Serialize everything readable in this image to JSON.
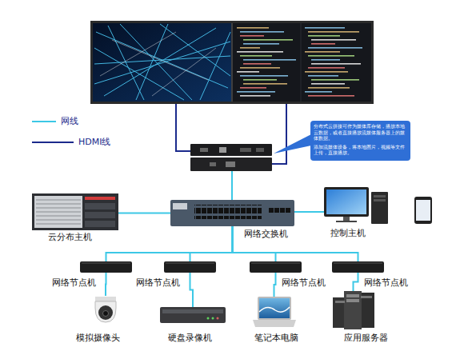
{
  "diagram": {
    "nodes": [
      {
        "text": [
          "分布式云拼接可作为媒体库存储，播放本地云数据，或者直接播放流媒体服务器上的媒体数据。",
          "添加流媒体设备，将本地图片，视频等文件上传，直接播放。"
        ]
      },
      {
        "text": [
          "云分布主机"
        ]
      },
      {
        "text": [
          "网络交换机"
        ]
      },
      {
        "text": [
          "控制主机"
        ]
      },
      {
        "text": [
          "网络节点机"
        ]
      },
      {
        "text": [
          "网络节点机"
        ]
      },
      {
        "text": [
          "网络节点机"
        ]
      },
      {
        "text": [
          "网络节点机"
        ]
      },
      {
        "text": [
          "模拟摄像头"
        ]
      },
      {
        "text": [
          "硬盘录像机"
        ]
      },
      {
        "text": [
          "笔记本电脑"
        ]
      },
      {
        "text": [
          "应用服务器"
        ]
      }
    ],
    "edges": [
      {
        "from": 1,
        "to": 2,
        "arrow": "none"
      },
      {
        "from": 2,
        "to": 3,
        "arrow": "none"
      },
      {
        "from": 2,
        "to": 4,
        "arrow": "none"
      },
      {
        "from": 2,
        "to": 5,
        "arrow": "none"
      },
      {
        "from": 2,
        "to": 6,
        "arrow": "none"
      },
      {
        "from": 2,
        "to": 7,
        "arrow": "none"
      },
      {
        "from": 4,
        "to": 8,
        "arrow": "none"
      },
      {
        "from": 5,
        "to": 9,
        "arrow": "none"
      },
      {
        "from": 6,
        "to": 10,
        "arrow": "none"
      },
      {
        "from": 7,
        "to": 11,
        "arrow": "none"
      }
    ],
    "legend": [
      {
        "text": "网线"
      },
      {
        "text": "HDMI线"
      }
    ]
  }
}
